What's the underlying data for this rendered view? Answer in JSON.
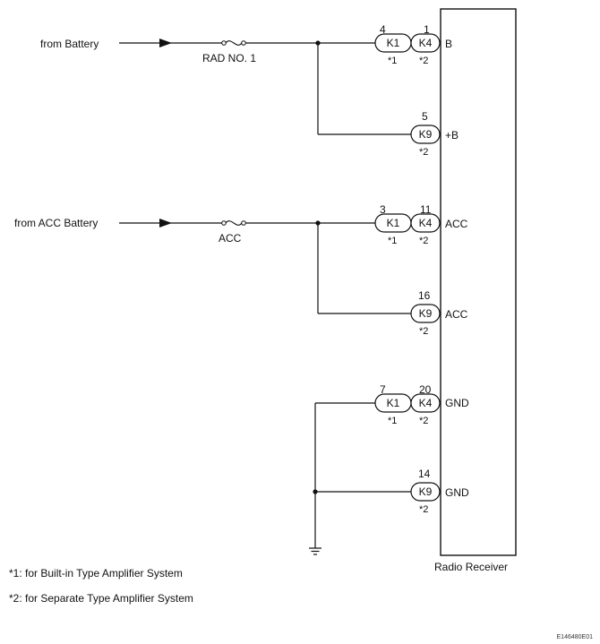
{
  "sources": {
    "battery": "from Battery",
    "acc_battery": "from ACC Battery"
  },
  "fuses": {
    "rad": "RAD NO. 1",
    "acc": "ACC"
  },
  "receiver": {
    "label": "Radio Receiver"
  },
  "terminals": {
    "b": "B",
    "plus_b": "+B",
    "acc1": "ACC",
    "acc2": "ACC",
    "gnd1": "GND",
    "gnd2": "GND"
  },
  "connectors": {
    "k1": "K1",
    "k4": "K4",
    "k9": "K9"
  },
  "pins": {
    "row1_k1": "4",
    "row1_k4": "1",
    "row2_k9": "5",
    "row3_k1": "3",
    "row3_k4": "11",
    "row4_k9": "16",
    "row5_k1": "7",
    "row5_k4": "20",
    "row6_k9": "14"
  },
  "marks": {
    "m1": "*1",
    "m2": "*2"
  },
  "notes": {
    "note1": "*1: for Built-in Type Amplifier System",
    "note2": "*2: for Separate Type Amplifier System"
  },
  "figure_code": "E146480E01"
}
